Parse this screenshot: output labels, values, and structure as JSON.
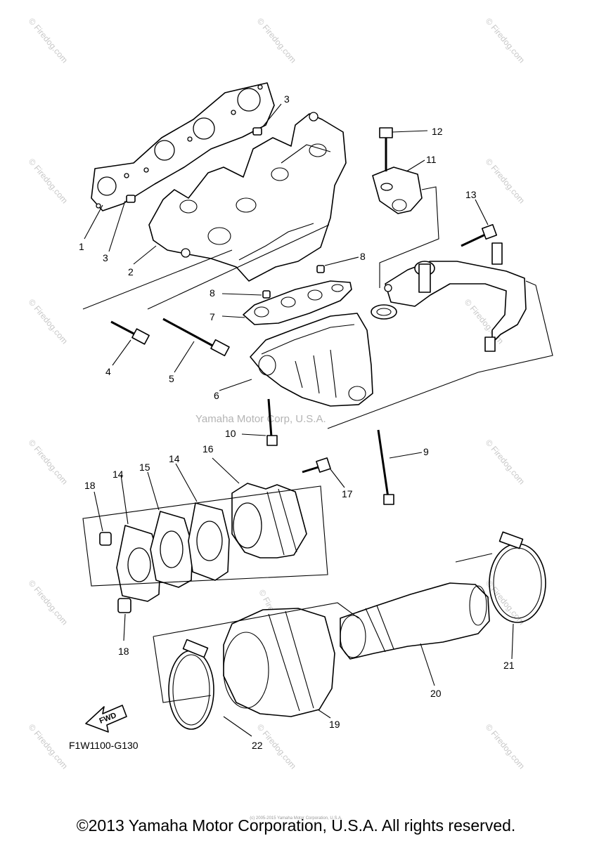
{
  "diagram_code": "F1W1100-G130",
  "fwd_label": "FWD",
  "center_watermark": "Yamaha Motor Corp, U.S.A.",
  "site_watermark": "© Firedog.com",
  "tiny_note": "(c) 2005-2015 Yamaha Motor Corporation, U.S.A.",
  "copyright": "©2013 Yamaha Motor Corporation, U.S.A. All rights reserved.",
  "callouts": {
    "c1": "1",
    "c2": "2",
    "c3a": "3",
    "c3b": "3",
    "c4": "4",
    "c5": "5",
    "c6": "6",
    "c7": "7",
    "c8a": "8",
    "c8b": "8",
    "c9": "9",
    "c10": "10",
    "c11": "11",
    "c12": "12",
    "c13": "13",
    "c14a": "14",
    "c14b": "14",
    "c15": "15",
    "c16": "16",
    "c17": "17",
    "c18a": "18",
    "c18b": "18",
    "c19": "19",
    "c20": "20",
    "c21": "21",
    "c22": "22"
  }
}
